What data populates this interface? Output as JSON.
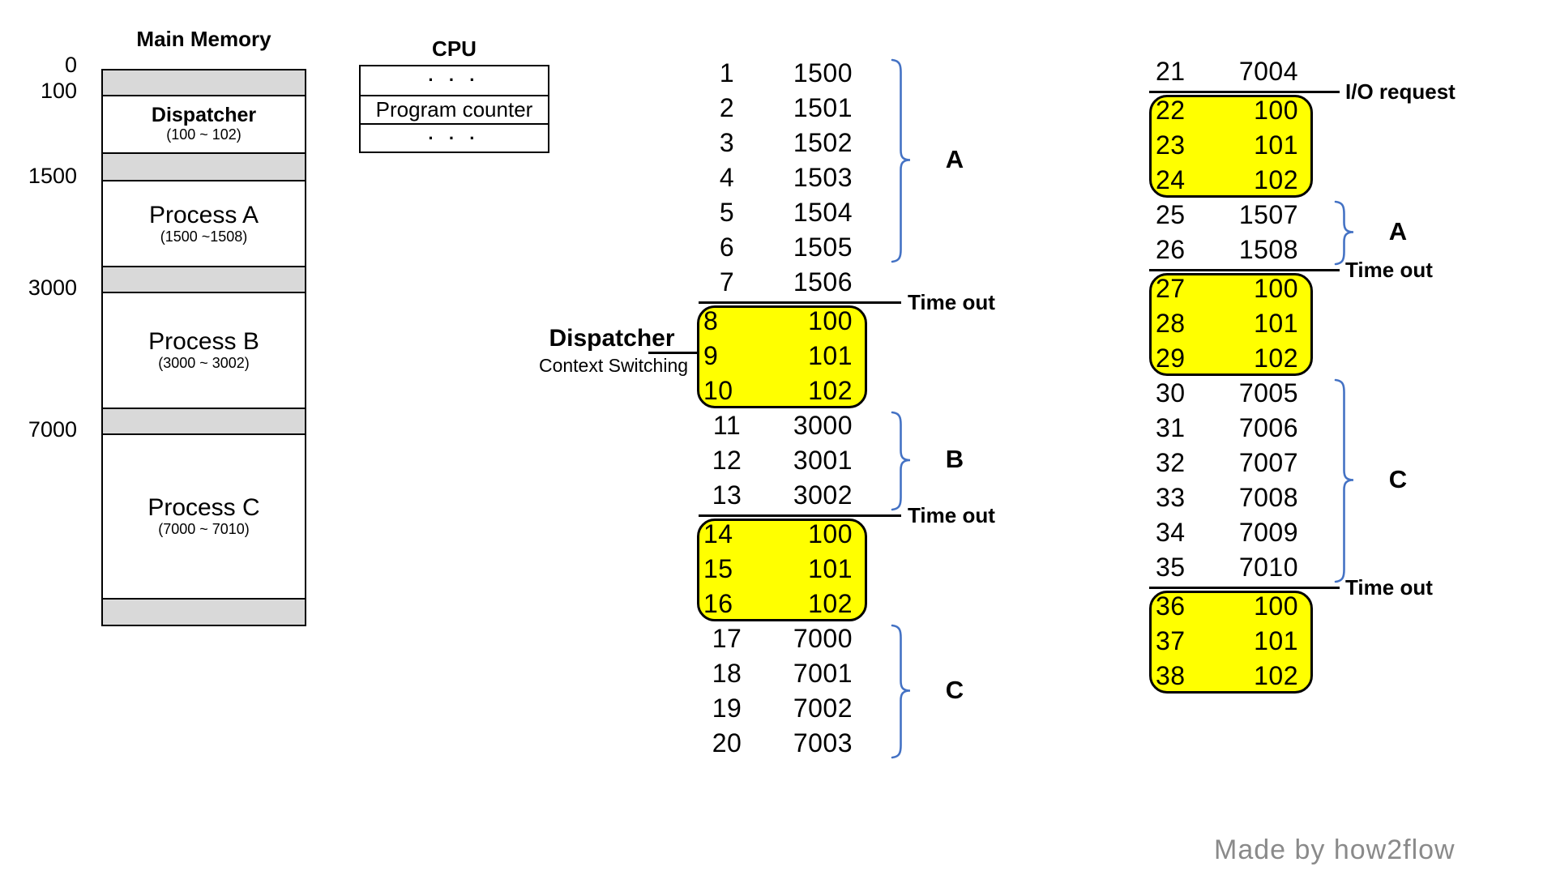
{
  "watermark": "Made by how2flow",
  "colors": {
    "highlight_yellow": "#FFFF00",
    "brace_blue": "#4472C4",
    "gap_gray": "#D9D9D9",
    "watermark_gray": "#8a8a8a"
  },
  "memory": {
    "title": "Main Memory",
    "blocks": [
      {
        "kind": "gap"
      },
      {
        "kind": "segment",
        "name": "Dispatcher",
        "range": "(100 ~ 102)",
        "bold": true
      },
      {
        "kind": "gap"
      },
      {
        "kind": "segment",
        "name": "Process A",
        "range": "(1500 ~1508)"
      },
      {
        "kind": "gap"
      },
      {
        "kind": "segment",
        "name": "Process B",
        "range": "(3000 ~ 3002)"
      },
      {
        "kind": "gap"
      },
      {
        "kind": "segment",
        "name": "Process C",
        "range": "(7000 ~ 7010)"
      },
      {
        "kind": "gap"
      }
    ],
    "address_labels": [
      {
        "text": "0",
        "block_index": 0
      },
      {
        "text": "100",
        "block_index": 1
      },
      {
        "text": "1500",
        "block_index": 3
      },
      {
        "text": "3000",
        "block_index": 5
      },
      {
        "text": "7000",
        "block_index": 7
      }
    ]
  },
  "cpu": {
    "title": "CPU",
    "rows": [
      "· · ·",
      "Program counter",
      "· · ·"
    ]
  },
  "dispatcher_callout": {
    "title": "Dispatcher",
    "subtitle": "Context Switching"
  },
  "trace": {
    "columns": [
      {
        "rows": [
          {
            "step": "1",
            "value": "1500"
          },
          {
            "step": "2",
            "value": "1501"
          },
          {
            "step": "3",
            "value": "1502"
          },
          {
            "step": "4",
            "value": "1503"
          },
          {
            "step": "5",
            "value": "1504"
          },
          {
            "step": "6",
            "value": "1505"
          },
          {
            "step": "7",
            "value": "1506"
          },
          {
            "step": "8",
            "value": "100"
          },
          {
            "step": "9",
            "value": "101"
          },
          {
            "step": "10",
            "value": "102"
          },
          {
            "step": "11",
            "value": "3000"
          },
          {
            "step": "12",
            "value": "3001"
          },
          {
            "step": "13",
            "value": "3002"
          },
          {
            "step": "14",
            "value": "100"
          },
          {
            "step": "15",
            "value": "101"
          },
          {
            "step": "16",
            "value": "102"
          },
          {
            "step": "17",
            "value": "7000"
          },
          {
            "step": "18",
            "value": "7001"
          },
          {
            "step": "19",
            "value": "7002"
          },
          {
            "step": "20",
            "value": "7003"
          }
        ],
        "separators": [
          {
            "after_step": "7",
            "label": "Time out"
          },
          {
            "after_step": "13",
            "label": "Time out"
          }
        ],
        "highlights": [
          {
            "from_step": "8",
            "to_step": "10"
          },
          {
            "from_step": "14",
            "to_step": "16"
          }
        ],
        "braces": [
          {
            "label": "A",
            "from_step": "1",
            "to_step": "6"
          },
          {
            "label": "B",
            "from_step": "11",
            "to_step": "13"
          },
          {
            "label": "C",
            "from_step": "17",
            "to_step": "20"
          }
        ]
      },
      {
        "rows": [
          {
            "step": "21",
            "value": "7004"
          },
          {
            "step": "22",
            "value": "100"
          },
          {
            "step": "23",
            "value": "101"
          },
          {
            "step": "24",
            "value": "102"
          },
          {
            "step": "25",
            "value": "1507"
          },
          {
            "step": "26",
            "value": "1508"
          },
          {
            "step": "27",
            "value": "100"
          },
          {
            "step": "28",
            "value": "101"
          },
          {
            "step": "29",
            "value": "102"
          },
          {
            "step": "30",
            "value": "7005"
          },
          {
            "step": "31",
            "value": "7006"
          },
          {
            "step": "32",
            "value": "7007"
          },
          {
            "step": "33",
            "value": "7008"
          },
          {
            "step": "34",
            "value": "7009"
          },
          {
            "step": "35",
            "value": "7010"
          },
          {
            "step": "36",
            "value": "100"
          },
          {
            "step": "37",
            "value": "101"
          },
          {
            "step": "38",
            "value": "102"
          }
        ],
        "separators": [
          {
            "after_step": "21",
            "label": "I/O request"
          },
          {
            "after_step": "26",
            "label": "Time out"
          },
          {
            "after_step": "35",
            "label": "Time out"
          }
        ],
        "highlights": [
          {
            "from_step": "22",
            "to_step": "24"
          },
          {
            "from_step": "27",
            "to_step": "29"
          },
          {
            "from_step": "36",
            "to_step": "38"
          }
        ],
        "braces": [
          {
            "label": "A",
            "from_step": "25",
            "to_step": "26"
          },
          {
            "label": "C",
            "from_step": "30",
            "to_step": "35"
          }
        ]
      }
    ]
  }
}
